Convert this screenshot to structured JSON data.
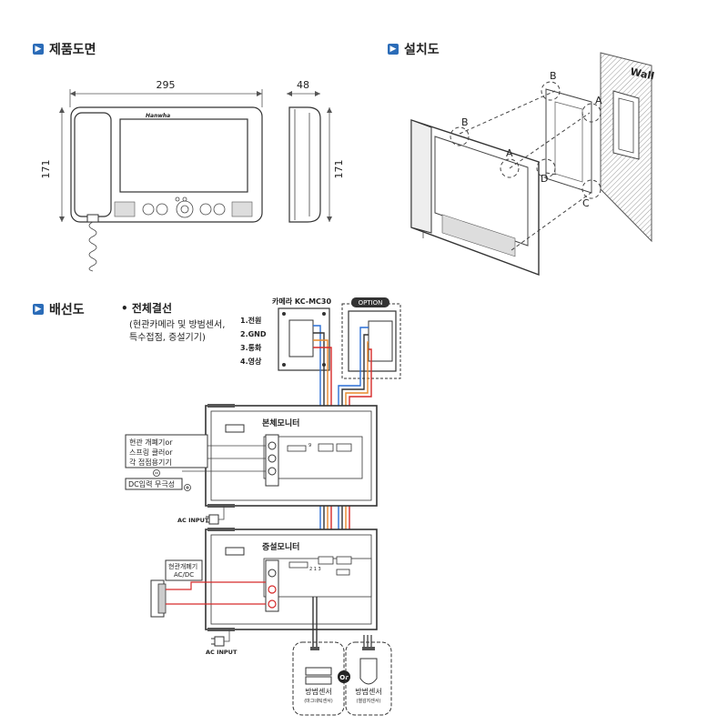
{
  "sections": {
    "drawing": {
      "title": "제품도면"
    },
    "install": {
      "title": "설치도"
    },
    "wiring": {
      "title": "배선도"
    }
  },
  "drawing": {
    "width_mm": "295",
    "depth_mm": "48",
    "height_left_mm": "171",
    "height_right_mm": "171",
    "brand": "Hanwha"
  },
  "install": {
    "wall_label": "Wall",
    "points": [
      "A",
      "B",
      "C",
      "D",
      "A",
      "B"
    ]
  },
  "wiring": {
    "bullet_title": "• 전체결선",
    "note_line1": "(현관카메라 및 방범센서,",
    "note_line2": "특수접점, 증설기기)",
    "camera_label": "카메라 KC-MC30",
    "option_label": "OPTION",
    "camera_terms": [
      "1.전원",
      "2.GND",
      "3.통화",
      "4.영상"
    ],
    "main_monitor": "본체모니터",
    "sub_monitor": "증설모니터",
    "door_opener_box": [
      "현관 개폐기or",
      "스프링 클러or",
      "각 접점용기기"
    ],
    "dc_input": "DC입력 무극성",
    "ac_input_1": "AC INPUT",
    "ac_input_2": "AC INPUT",
    "door_opener_acdc": [
      "현관개폐기",
      "AC/DC"
    ],
    "sensor_left": "방범센서",
    "sensor_left_sub": "(마그네틱센서)",
    "sensor_right": "방범센서",
    "sensor_right_sub": "(열감지센서)",
    "or_label": "Or",
    "term_nums_main": "9",
    "term_nums_sub": "2  1  3"
  }
}
